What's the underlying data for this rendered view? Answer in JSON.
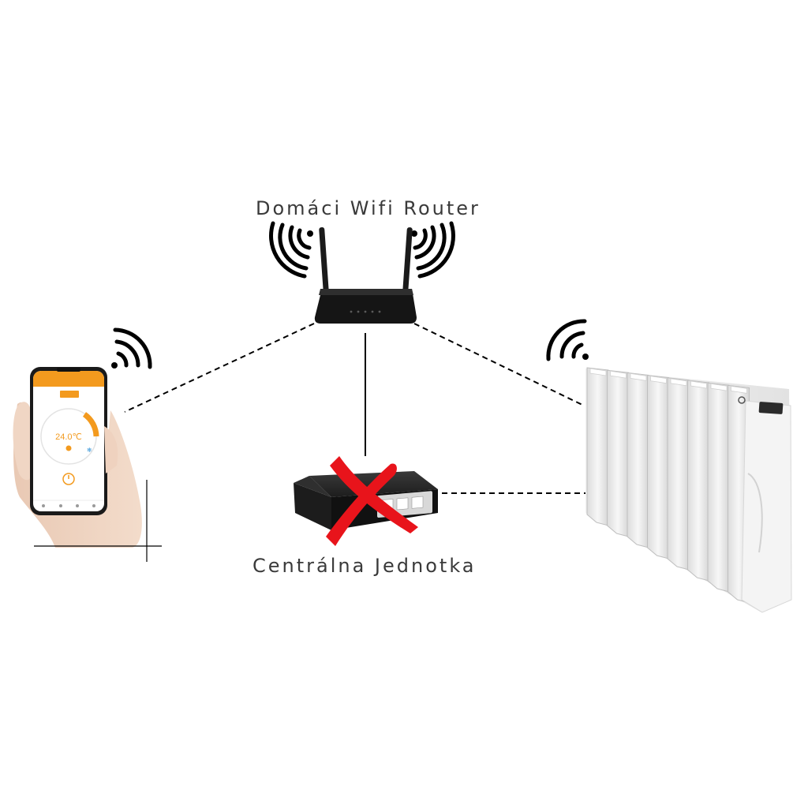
{
  "labels": {
    "router": "Domáci Wifi Router",
    "central_unit": "Centrálna Jednotka"
  },
  "phone_app": {
    "mode_button": "",
    "temperature": "24.0℃"
  },
  "colors": {
    "app_accent": "#f39a1e",
    "cross": "#e8141b",
    "router_body": "#151515",
    "line": "#000000"
  },
  "icons": [
    "wifi-signal-icon",
    "power-icon",
    "snowflake-icon",
    "cross-mark-icon"
  ]
}
